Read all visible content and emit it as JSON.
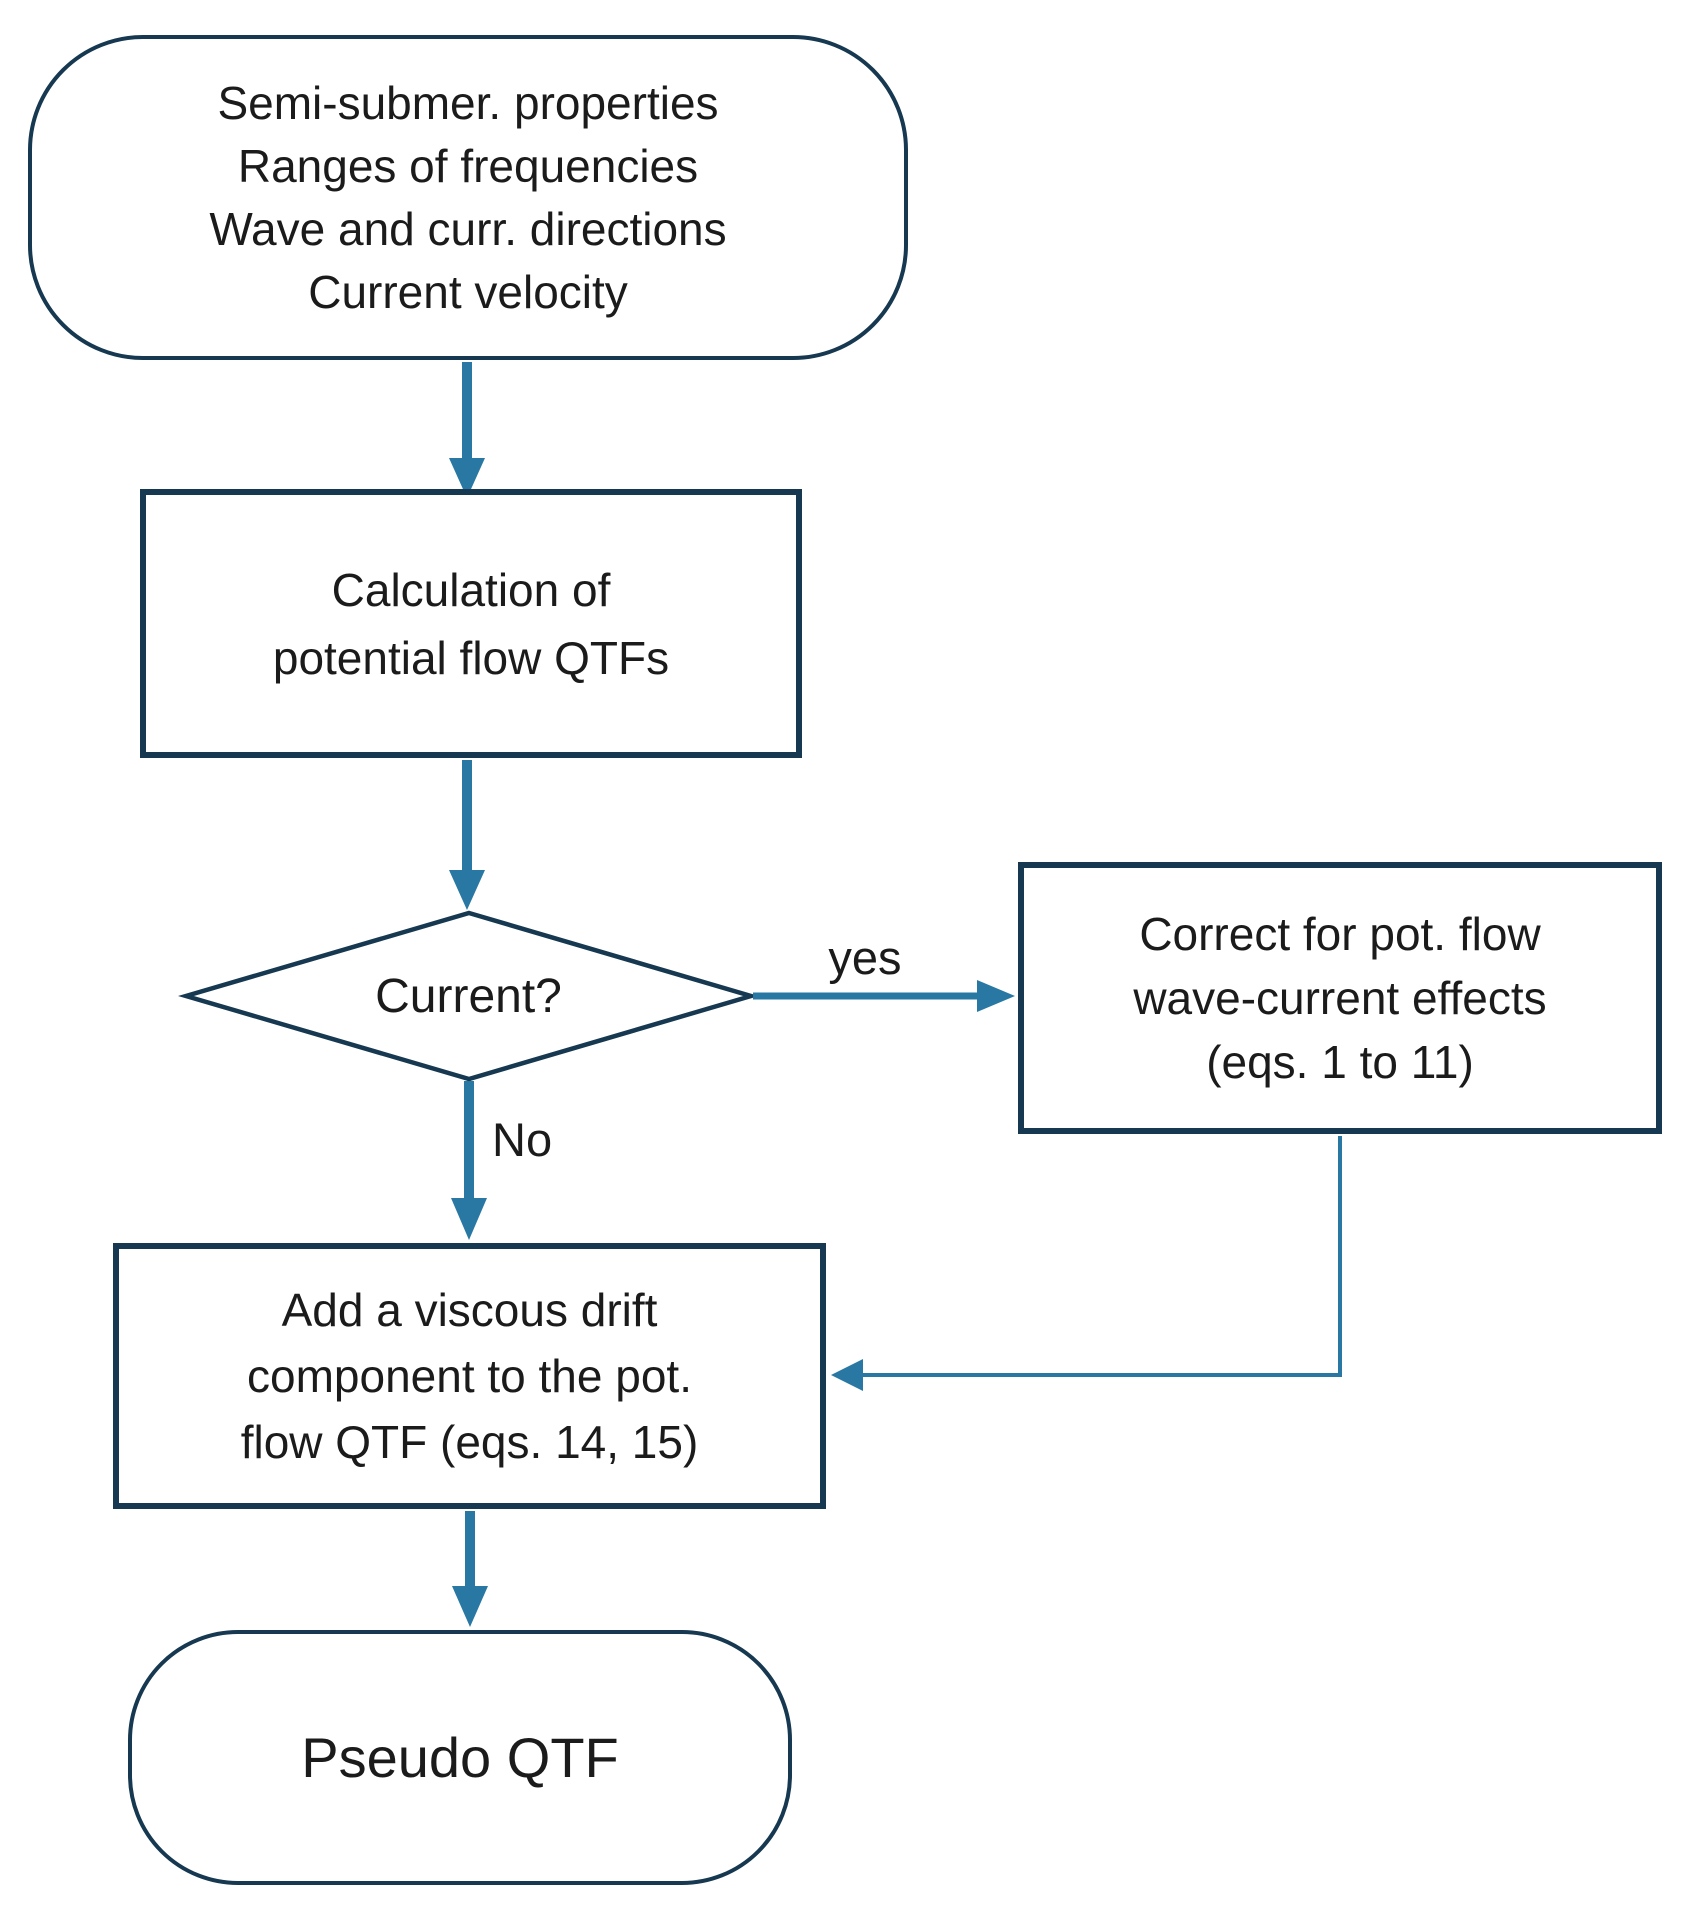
{
  "flowchart": {
    "start": {
      "lines": [
        "Semi-submer. properties",
        "Ranges of frequencies",
        "Wave and curr. directions",
        "Current velocity"
      ]
    },
    "calc": {
      "lines": [
        "Calculation of",
        "potential flow QTFs"
      ]
    },
    "decision": {
      "label": "Current?"
    },
    "yes_label": "yes",
    "no_label": "No",
    "correct": {
      "lines": [
        "Correct for pot. flow",
        "wave-current effects",
        "(eqs. 1 to 11)"
      ]
    },
    "viscous": {
      "lines": [
        "Add a viscous drift",
        "component to the pot.",
        "flow QTF (eqs. 14, 15)"
      ]
    },
    "end": {
      "label": "Pseudo QTF"
    },
    "colors": {
      "node_border": "#163850",
      "arrow": "#2878a3",
      "text": "#1b1b1b",
      "background": "#ffffff"
    }
  }
}
